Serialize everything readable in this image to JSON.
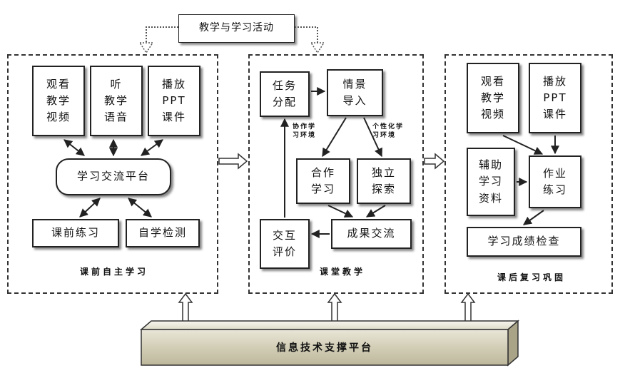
{
  "top_activity": "教学与学习活动",
  "sections": {
    "pre": {
      "label": "课前自主学习",
      "watch_video": "观看\n教学\n视频",
      "listen_audio": "听\n教学\n语音",
      "play_ppt": "播放\nPPT\n课件",
      "platform": "学习交流平台",
      "pre_exercise": "课前练习",
      "self_test": "自学检测"
    },
    "class": {
      "label": "课堂教学",
      "task": "任务\n分配",
      "scenario": "情景\n导入",
      "cooperative_path": "协作学\n习环境",
      "personal_path": "个性化学\n习环境",
      "cooperative": "合作\n学习",
      "independent": "独立\n探索",
      "interaction": "交互\n评价",
      "exchange": "成果交流"
    },
    "post": {
      "label": "课后复习巩固",
      "watch_video": "观看\n教学\n视频",
      "play_ppt": "播放\nPPT\n课件",
      "aux_material": "辅助\n学习\n资料",
      "homework": "作业\n练习",
      "check": "学习成绩检查"
    }
  },
  "base_platform": "信息技术支撑平台"
}
